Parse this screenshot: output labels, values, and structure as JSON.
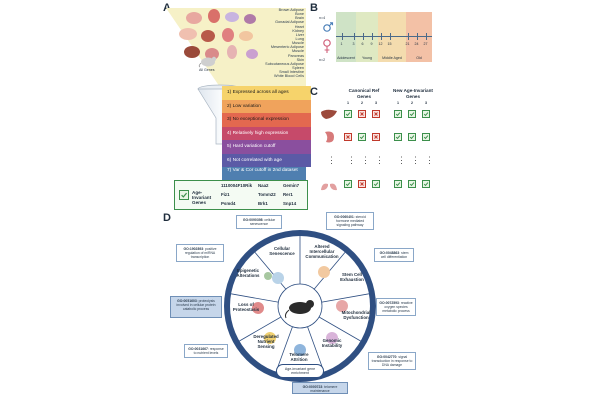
{
  "panels": {
    "a": "A",
    "b": "B",
    "c": "C",
    "d": "D"
  },
  "panel_a": {
    "all_genes_label": "All Genes",
    "tissues": [
      "Brown Adipose",
      "Bone",
      "Brain",
      "Gonadal Adipose",
      "Heart",
      "Kidney",
      "Liver",
      "Lung",
      "Muscle",
      "Mesenteric Adipose",
      "Muscle",
      "Pancreas",
      "Skin",
      "Subcutaneous Adipose",
      "Spleen",
      "Small Intestine",
      "White Blood Cells"
    ],
    "filters": [
      {
        "label": "1) Expressed across all ages",
        "color": "#f6d36b",
        "light": false
      },
      {
        "label": "2) Low variation",
        "color": "#f0a35c",
        "light": false
      },
      {
        "label": "3) No exceptional expression",
        "color": "#e3684f",
        "light": false
      },
      {
        "label": "4) Relatively high expression",
        "color": "#c64a6a",
        "light": true
      },
      {
        "label": "5) Hard variation cutoff",
        "color": "#8a4f9e",
        "light": true
      },
      {
        "label": "6) Not correlated with age",
        "color": "#5b5aa6",
        "light": true
      },
      {
        "label": "7) Var & Cor cutoff in 2nd dataset",
        "color": "#4f7fb0",
        "light": true
      }
    ],
    "result_label": "Age-Invariant Genes",
    "genes": [
      [
        "1110004F10Rik",
        "Naa2",
        "Gemin7"
      ],
      [
        "Fiz1",
        "Tomm22",
        "Rer1"
      ],
      [
        "Psmd4",
        "Brk1",
        "Snp14"
      ]
    ]
  },
  "panel_b": {
    "n_top": "n=4",
    "n_bottom": "n=2",
    "ages": [
      "1",
      "3",
      "6",
      "9",
      "12",
      "15",
      "21",
      "24",
      "27"
    ],
    "stages": [
      {
        "label": "Adolescent",
        "color": "#cfe3c6"
      },
      {
        "label": "Young",
        "color": "#dfe9c2"
      },
      {
        "label": "Middle Aged",
        "color": "#f4dcae"
      },
      {
        "label": "Old",
        "color": "#f3c1a6"
      }
    ]
  },
  "panel_c": {
    "header_ref": "Canonical Ref Genes",
    "header_new": "New Age-Invariant Genes",
    "col_numbers": [
      "1",
      "2",
      "3",
      "1",
      "2",
      "3"
    ],
    "rows": [
      {
        "organ": "liver",
        "ref": [
          "check",
          "cross",
          "cross"
        ],
        "new": [
          "check",
          "check",
          "check"
        ]
      },
      {
        "organ": "kidney",
        "ref": [
          "cross",
          "check",
          "cross"
        ],
        "new": [
          "check",
          "check",
          "check"
        ]
      },
      {
        "organ": "lung",
        "ref": [
          "check",
          "cross",
          "check"
        ],
        "new": [
          "check",
          "check",
          "check"
        ]
      }
    ],
    "ellipsis": "⋮"
  },
  "panel_d": {
    "center_caption": "Age-invariant gene enrichment",
    "segments": [
      "Cellular Senescence",
      "Altered Intercellular Communication",
      "Stem Cell Exhaustion",
      "Mitochondrial Dysfunction",
      "Genomic Instability",
      "Telomere Attrition",
      "Deregulated Nutrient Sensing",
      "Loss of Proteostasis",
      "Epigenetic Alterations"
    ],
    "go_terms": [
      {
        "id": "GO:0090398",
        "text": "cellular senescence",
        "dark": false
      },
      {
        "id": "GO:0060401",
        "text": "steroid hormone mediated signaling pathway",
        "dark": false
      },
      {
        "id": "GO:1902893",
        "text": "positive regulation of miRNA transcription",
        "dark": false
      },
      {
        "id": "GO:0048863",
        "text": "stem cell differentiation",
        "dark": false
      },
      {
        "id": "GO:0051603",
        "text": "proteolysis involved in cellular protein catabolic process",
        "dark": true
      },
      {
        "id": "GO:0072593",
        "text": "reactive oxygen species metabolic process",
        "dark": false
      },
      {
        "id": "GO:0031667",
        "text": "response to nutrient levels",
        "dark": false
      },
      {
        "id": "GO:0042770",
        "text": "signal transduction in response to DNA damage",
        "dark": false
      },
      {
        "id": "GO:0000723",
        "text": "telomere maintenance",
        "dark": true
      }
    ]
  },
  "colors": {
    "check_green": "#3c8f4b",
    "cross_red": "#c0392b",
    "wheel_ring": "#2f4f82"
  }
}
